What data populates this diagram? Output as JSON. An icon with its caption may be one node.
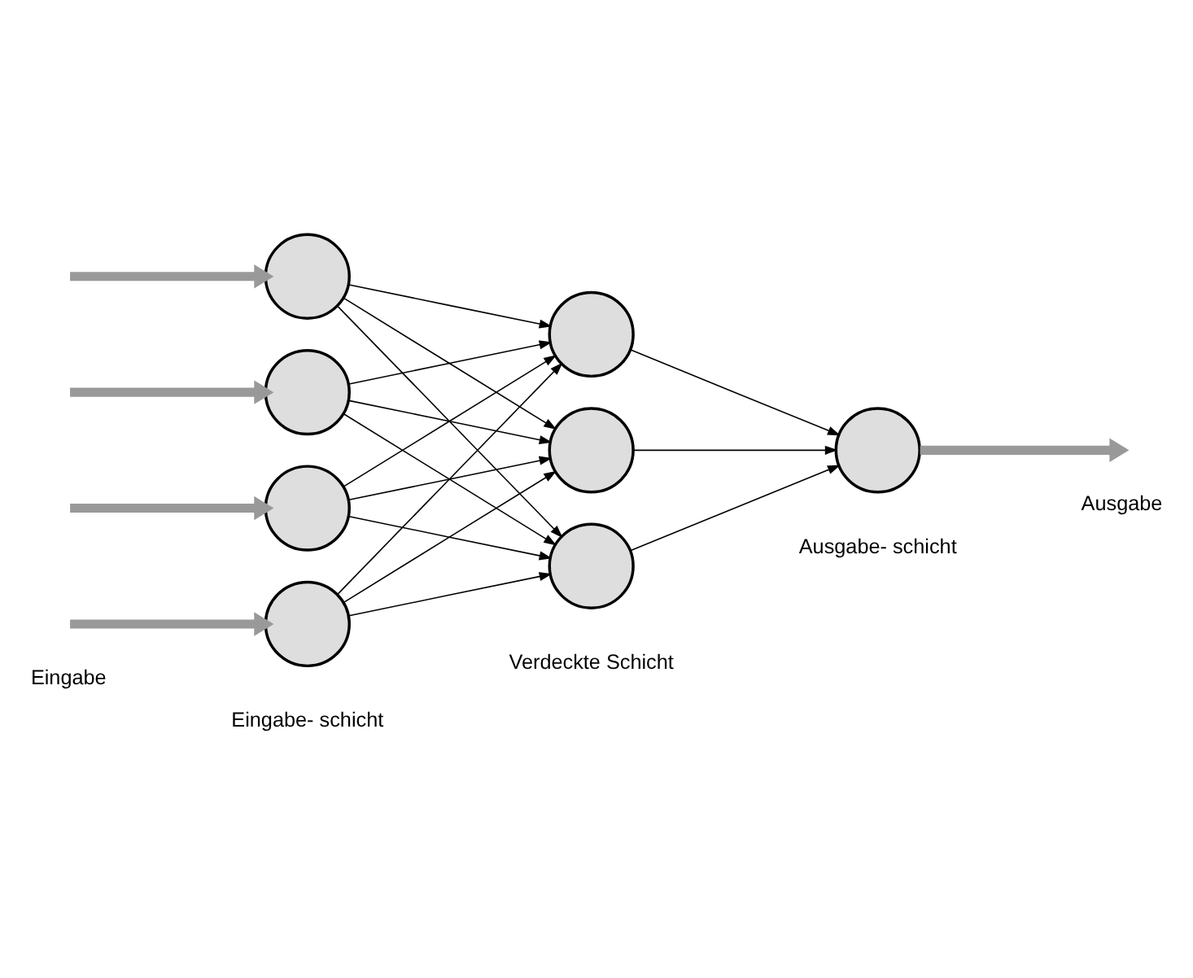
{
  "diagram": {
    "nodes": [
      {
        "text": [],
        "shape": "circle"
      },
      {
        "text": [],
        "shape": "circle"
      },
      {
        "text": [],
        "shape": "circle"
      },
      {
        "text": [],
        "shape": "circle"
      },
      {
        "text": [],
        "shape": "circle"
      },
      {
        "text": [],
        "shape": "circle"
      },
      {
        "text": [],
        "shape": "circle"
      },
      {
        "text": [],
        "shape": "circle"
      }
    ],
    "edges": [
      {
        "from": null,
        "to": 0,
        "arrow": "to",
        "style": "thick",
        "color": "#999999"
      },
      {
        "from": null,
        "to": 1,
        "arrow": "to",
        "style": "thick",
        "color": "#999999"
      },
      {
        "from": null,
        "to": 2,
        "arrow": "to",
        "style": "thick",
        "color": "#999999"
      },
      {
        "from": null,
        "to": 3,
        "arrow": "to",
        "style": "thick",
        "color": "#999999"
      },
      {
        "from": 0,
        "to": 4,
        "arrow": "to"
      },
      {
        "from": 0,
        "to": 5,
        "arrow": "to"
      },
      {
        "from": 0,
        "to": 6,
        "arrow": "to"
      },
      {
        "from": 1,
        "to": 4,
        "arrow": "to"
      },
      {
        "from": 1,
        "to": 5,
        "arrow": "to"
      },
      {
        "from": 1,
        "to": 6,
        "arrow": "to"
      },
      {
        "from": 2,
        "to": 4,
        "arrow": "to"
      },
      {
        "from": 2,
        "to": 5,
        "arrow": "to"
      },
      {
        "from": 2,
        "to": 6,
        "arrow": "to"
      },
      {
        "from": 3,
        "to": 4,
        "arrow": "to"
      },
      {
        "from": 3,
        "to": 5,
        "arrow": "to"
      },
      {
        "from": 3,
        "to": 6,
        "arrow": "to"
      },
      {
        "from": 4,
        "to": 7,
        "arrow": "to"
      },
      {
        "from": 5,
        "to": 7,
        "arrow": "to"
      },
      {
        "from": 6,
        "to": 7,
        "arrow": "to"
      },
      {
        "from": 7,
        "to": null,
        "arrow": "to",
        "style": "thick",
        "color": "#999999"
      }
    ],
    "labels": [
      "Eingabe- schicht",
      "Verdeckte Schicht",
      "Ausgabe- schicht",
      "Eingabe",
      "Ausgabe"
    ]
  }
}
